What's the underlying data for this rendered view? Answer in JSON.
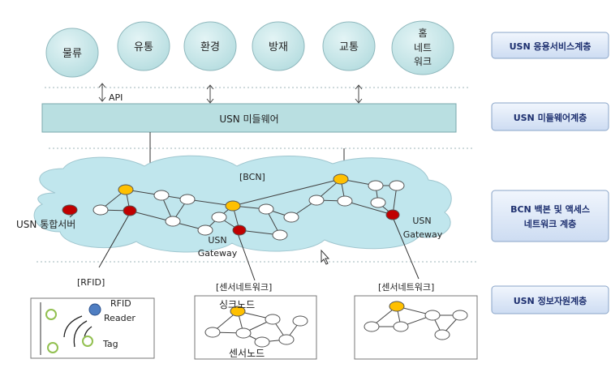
{
  "services": {
    "items": [
      {
        "label": "물류"
      },
      {
        "label": "유통"
      },
      {
        "label": "환경"
      },
      {
        "label": "방재"
      },
      {
        "label": "교통"
      },
      {
        "label_lines": [
          "홈",
          "네트",
          "워크"
        ]
      }
    ]
  },
  "arrows": {
    "api_label": "API"
  },
  "middleware": {
    "label": "USN 미들웨어"
  },
  "network": {
    "cloud_label": "[BCN]",
    "server_label": "USN 통합서버",
    "gateway_center": [
      "USN",
      "Gateway"
    ],
    "gateway_right": [
      "USN",
      "Gateway"
    ]
  },
  "access": {
    "rfid_label": "[RFID]",
    "sensor_label_1": "[센서네트워크]",
    "sensor_label_2": "[센서네트워크]"
  },
  "rfid_box": {
    "reader_lines": [
      "RFID",
      "Reader"
    ],
    "tag_label": "Tag"
  },
  "sensor_box": {
    "sink_label": "싱크노드",
    "node_label": "센서노드"
  },
  "layers": [
    {
      "label": "USN 응용서비스계층"
    },
    {
      "label": "USN 미들웨어계층"
    },
    {
      "lines": [
        "BCN 백본 및 액세스",
        "네트워크 계층"
      ]
    },
    {
      "label": "USN 정보자원계층"
    }
  ],
  "colors": {
    "service_fill": "#c6e7e9",
    "middleware_fill": "#b7dee0",
    "cloud_fill": "#bfe6ec",
    "node_open": "#ffffff",
    "node_gateway": "#c00000",
    "node_sink": "#ffc000",
    "layer_fill": "#dbe8f8",
    "layer_text": "#1d2f6f",
    "tag_ring": "#92c050",
    "reader_fill": "#4f7ec2"
  }
}
